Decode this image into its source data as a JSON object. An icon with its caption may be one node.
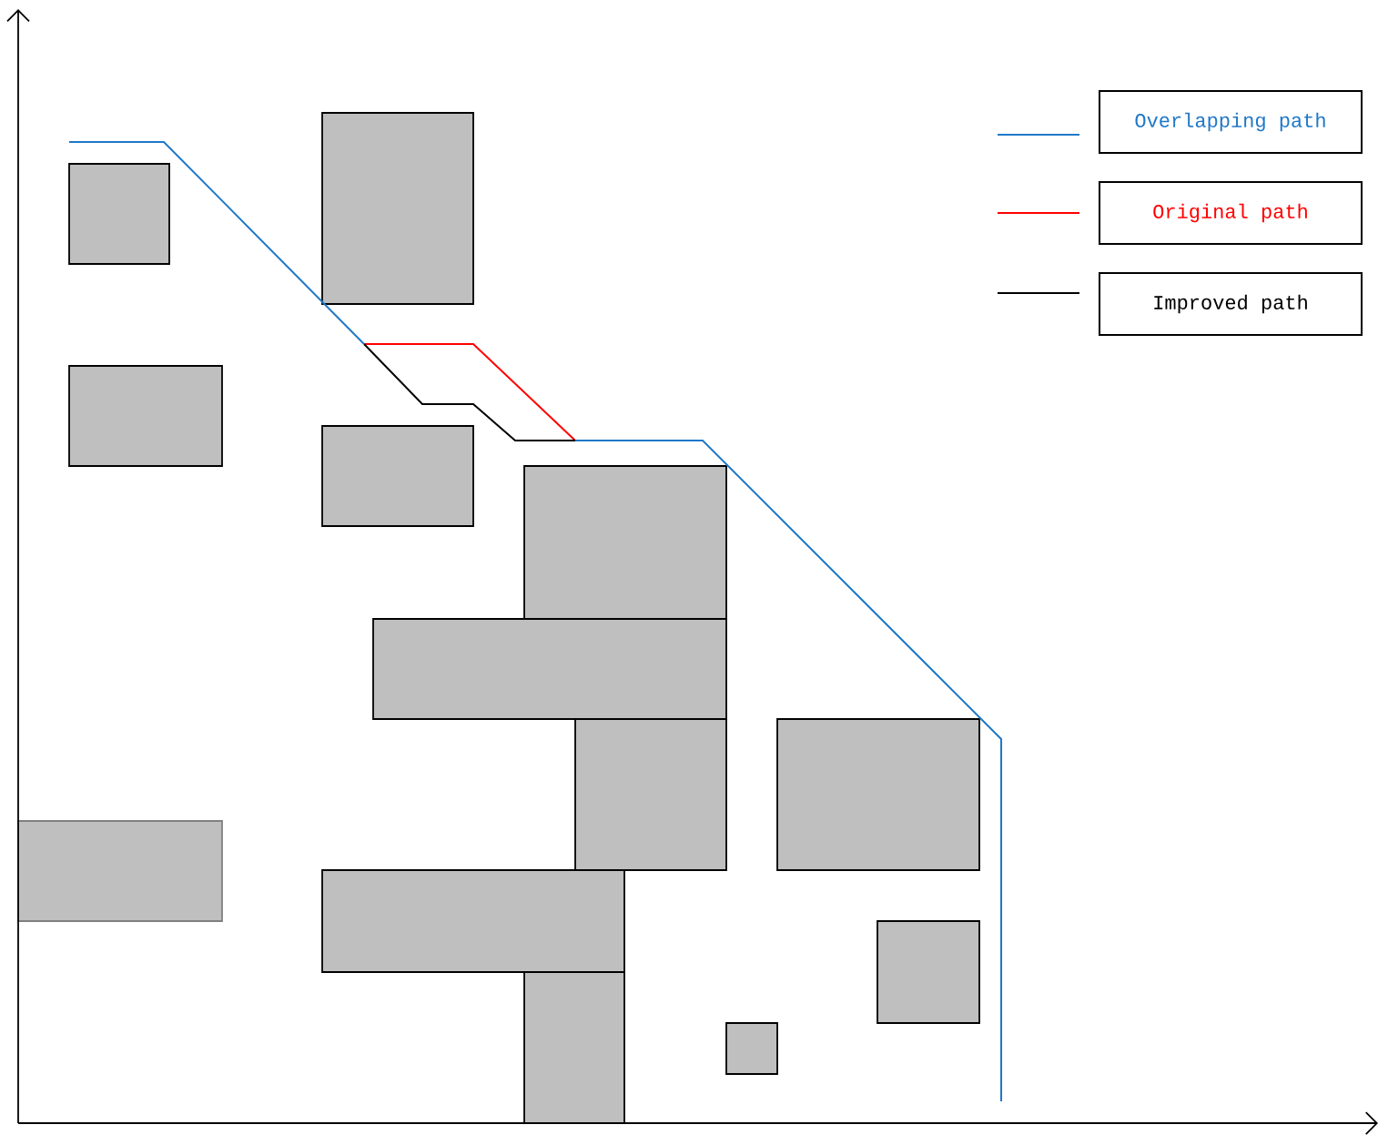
{
  "diagram": {
    "legend": [
      {
        "text": "Overlapping path"
      },
      {
        "text": "Original path"
      },
      {
        "text": "Improved path"
      }
    ]
  }
}
